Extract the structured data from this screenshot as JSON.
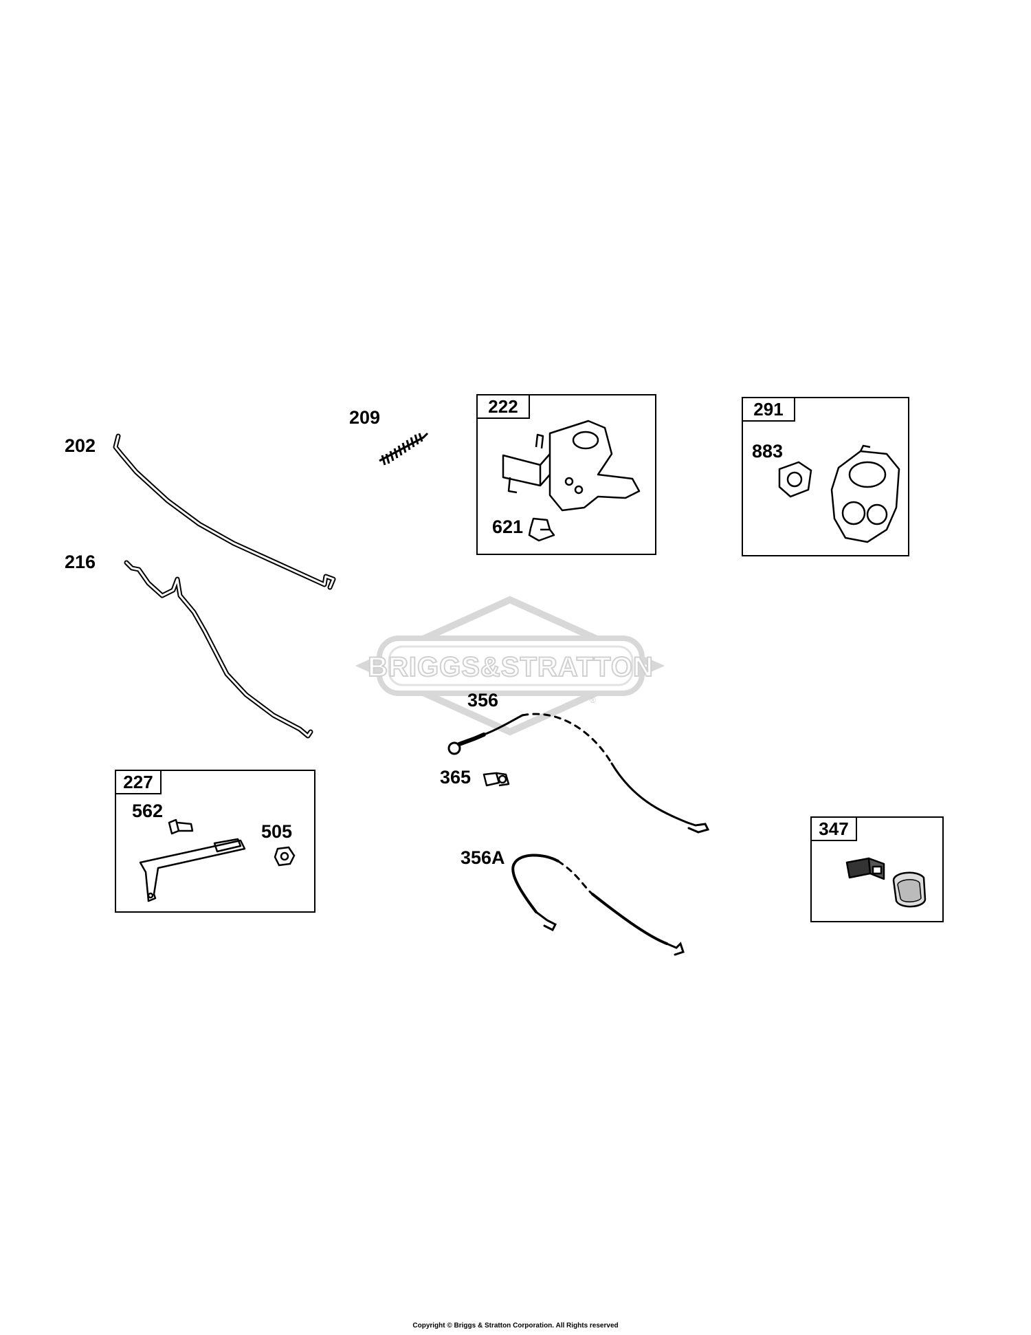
{
  "watermark": {
    "brand": "BRIGGS&STRATTON",
    "mark": "®"
  },
  "parts": [
    {
      "id": "202",
      "label": "202",
      "icon": "governor-link-rod-icon"
    },
    {
      "id": "216",
      "label": "216",
      "icon": "throttle-link-rod-icon"
    },
    {
      "id": "209",
      "label": "209",
      "icon": "governor-spring-icon"
    },
    {
      "id": "356",
      "label": "356",
      "icon": "ground-wire-icon"
    },
    {
      "id": "365",
      "label": "365",
      "icon": "screw-icon"
    },
    {
      "id": "356A",
      "label": "356A",
      "icon": "stop-switch-wire-icon"
    }
  ],
  "kits": [
    {
      "id": "222",
      "label": "222",
      "icon": "control-bracket-icon",
      "subparts": [
        {
          "id": "621",
          "label": "621",
          "icon": "clip-icon"
        }
      ]
    },
    {
      "id": "291",
      "label": "291",
      "icon": "air-cleaner-adapter-icon",
      "subparts": [
        {
          "id": "883",
          "label": "883",
          "icon": "gasket-icon"
        }
      ]
    },
    {
      "id": "227",
      "label": "227",
      "icon": "governor-lever-icon",
      "subparts": [
        {
          "id": "562",
          "label": "562",
          "icon": "bolt-icon"
        },
        {
          "id": "505",
          "label": "505",
          "icon": "nut-icon"
        }
      ]
    },
    {
      "id": "347",
      "label": "347",
      "icon": "rocker-switch-icon",
      "subparts": []
    }
  ],
  "footer": {
    "copyright": "Copyright © Briggs & Stratton Corporation. All Rights reserved"
  }
}
